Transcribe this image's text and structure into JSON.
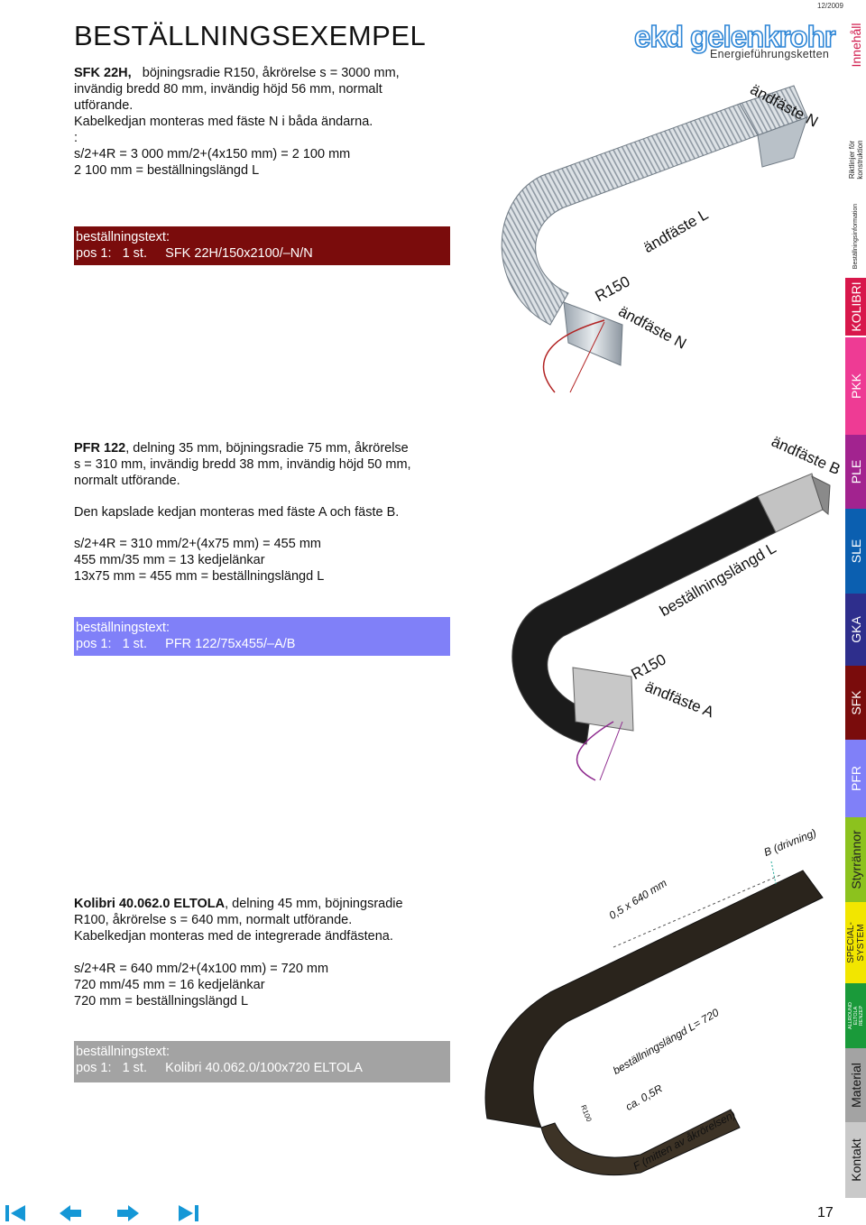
{
  "header": {
    "title": "BESTÄLLNINGSEXEMPEL",
    "date": "12/2009",
    "logo_text": "ekd gelenkrohr",
    "logo_tagline": "Energieführungsketten"
  },
  "section1": {
    "product_bold": "SFK 22H,",
    "intro_rest": "böjningsradie R150, åkrörelse s = 3000 mm,",
    "line2": "invändig bredd 80 mm, invändig höjd 56 mm, normalt",
    "line3": "utförande.",
    "line4": "Kabelkedjan monteras med fäste N i båda ändarna.",
    "line5": ":",
    "calc1": "s/2+4R = 3 000 mm/2+(4x150 mm) = 2 100 mm",
    "calc2": "2 100 mm = beställningslängd L",
    "order_label": "beställningstext:",
    "order_pos": "pos 1:",
    "order_qty": "1 st.",
    "order_code": "SFK 22H/150x2100/–N/N",
    "order_color": "#7a0c0c",
    "figure_labels": {
      "end_top": "ändfäste N",
      "length": "ändfäste L",
      "radius": "R150",
      "end_bottom": "ändfäste N"
    }
  },
  "section2": {
    "product_bold": "PFR 122",
    "intro_rest": ", delning 35 mm, böjningsradie 75 mm, åkrörelse",
    "line2": "s = 310 mm, invändig bredd 38 mm, invändig höjd 50 mm,",
    "line3": "normalt utförande.",
    "line4": "Den kapslade kedjan monteras med fäste A och fäste B.",
    "calc1": "s/2+4R = 310 mm/2+(4x75 mm) = 455 mm",
    "calc2": "455 mm/35 mm = 13 kedjelänkar",
    "calc3": "13x75 mm = 455 mm = beställningslängd L",
    "order_label": "beställningstext:",
    "order_pos": "pos 1:",
    "order_qty": "1 st.",
    "order_code": "PFR 122/75x455/–A/B",
    "order_color": "#8080f8",
    "figure_labels": {
      "end_top": "ändfäste B",
      "length": "beställningslängd L",
      "radius": "R150",
      "end_bottom": "ändfäste A"
    }
  },
  "section3": {
    "product_bold": "Kolibri 40.062.0 ELTOLA",
    "intro_rest": ", delning 45 mm, böjningsradie",
    "line2": "R100, åkrörelse s = 640 mm, normalt utförande.",
    "line3": "Kabelkedjan monteras med de integrerade ändfästena.",
    "calc1": "s/2+4R = 640 mm/2+(4x100 mm) = 720 mm",
    "calc2": "720 mm/45 mm = 16 kedjelänkar",
    "calc3": "720 mm = beställningslängd L",
    "order_label": "beställningstext:",
    "order_pos": "pos 1:",
    "order_qty": "1 st.",
    "order_code": "Kolibri 40.062.0/100x720 ELTOLA",
    "order_color": "#a3a3a3",
    "figure_labels": {
      "driver": "B (drivning)",
      "stroke": "0,5 x 640 mm",
      "length": "beställningslängd L= 720",
      "radius": "R100",
      "approx": "ca. 0,5R",
      "fixed": "F (mitten av åkrörelsen)"
    }
  },
  "sidebar": {
    "tabs": [
      {
        "label": "Innehåll",
        "color": "#ffffff",
        "text": "#d01a4c"
      },
      {
        "label": "Riktlinjer för\nkonstruktion",
        "color": "#ffffff",
        "text": "#222222"
      },
      {
        "label": "Beställningsinformation",
        "color": "#ffffff",
        "text": "#222222"
      },
      {
        "label": "KOLIBRI",
        "color": "#d8174b",
        "text": "#ffffff"
      },
      {
        "label": "PKK",
        "color": "#ee3b94",
        "text": "#ffffff"
      },
      {
        "label": "PLE",
        "color": "#a2238f",
        "text": "#ffffff"
      },
      {
        "label": "SLE",
        "color": "#0b5fb0",
        "text": "#ffffff"
      },
      {
        "label": "GKA",
        "color": "#2e2e8c",
        "text": "#ffffff"
      },
      {
        "label": "SFK",
        "color": "#7a0c0c",
        "text": "#ffffff"
      },
      {
        "label": "PFR",
        "color": "#8080f8",
        "text": "#ffffff"
      },
      {
        "label": "Styrrännor",
        "color": "#8cc21e",
        "text": "#222222"
      },
      {
        "label": "SPECIAL-\nSYSTEM",
        "color": "#f2e600",
        "text": "#222222"
      },
      {
        "label": "ALLROUND\nELTOLA\nRENZEP",
        "color": "#1a9a3a",
        "text": "#ffffff"
      },
      {
        "label": "Material",
        "color": "#a3a3a3",
        "text": "#111111"
      },
      {
        "label": "Kontakt",
        "color": "#c9c9c9",
        "text": "#111111"
      }
    ]
  },
  "footer": {
    "page_number": "17",
    "nav_color": "#1597d6",
    "nav": [
      "first-page",
      "previous-page",
      "next-page",
      "last-page"
    ]
  }
}
